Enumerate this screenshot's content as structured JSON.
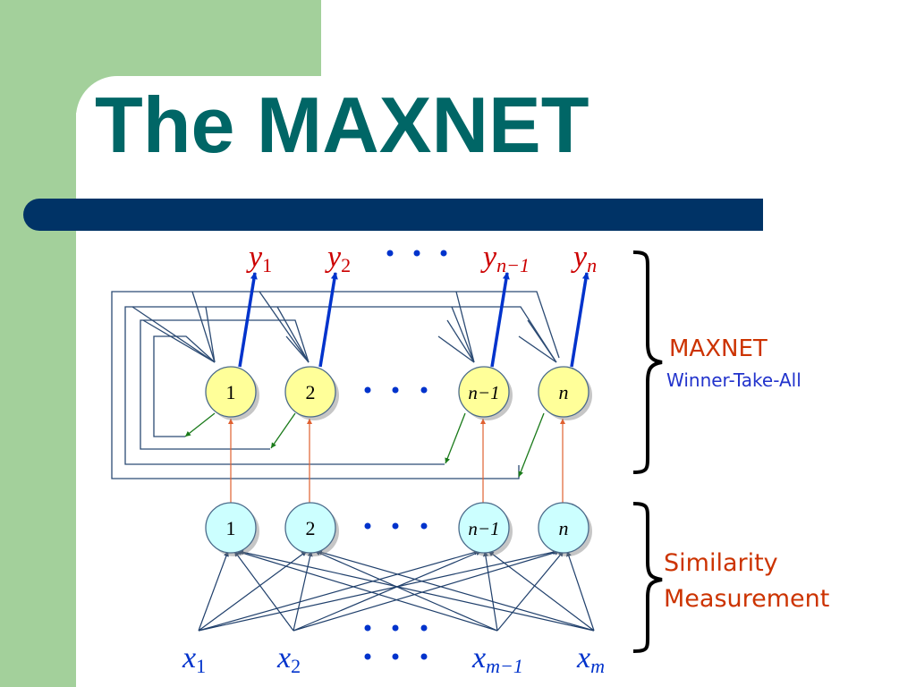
{
  "slide": {
    "title": "The MAXNET",
    "colors": {
      "title": "#006666",
      "title_bar": "#003366",
      "background_accent": "#a3d09b",
      "maxnet_node": "#ffff99",
      "similarity_node": "#ccffff",
      "output_arrow": "#0033cc",
      "math_label": "#cc0000",
      "input_label": "#0033cc",
      "feedback_line": "#2b4a73",
      "inhibitory_arrow": "#1a7a1a",
      "forward_arrow": "#e06030",
      "input_line": "#1f3f6b"
    }
  },
  "diagram": {
    "outputs": [
      {
        "var": "y",
        "sub": "1"
      },
      {
        "var": "y",
        "sub": "2"
      },
      {
        "var": "y",
        "sub": "n−1"
      },
      {
        "var": "y",
        "sub": "n"
      }
    ],
    "maxnet_nodes": [
      "1",
      "2",
      "n−1",
      "n"
    ],
    "similarity_nodes": [
      "1",
      "2",
      "n−1",
      "n"
    ],
    "inputs": [
      {
        "var": "x",
        "sub": "1"
      },
      {
        "var": "x",
        "sub": "2"
      },
      {
        "var": "x",
        "sub": "m−1"
      },
      {
        "var": "x",
        "sub": "m"
      }
    ],
    "maxnet_label": "MAXNET",
    "maxnet_sublabel": "Winner-Take-All",
    "similarity_label_line1": "Similarity",
    "similarity_label_line2": "Measurement"
  }
}
